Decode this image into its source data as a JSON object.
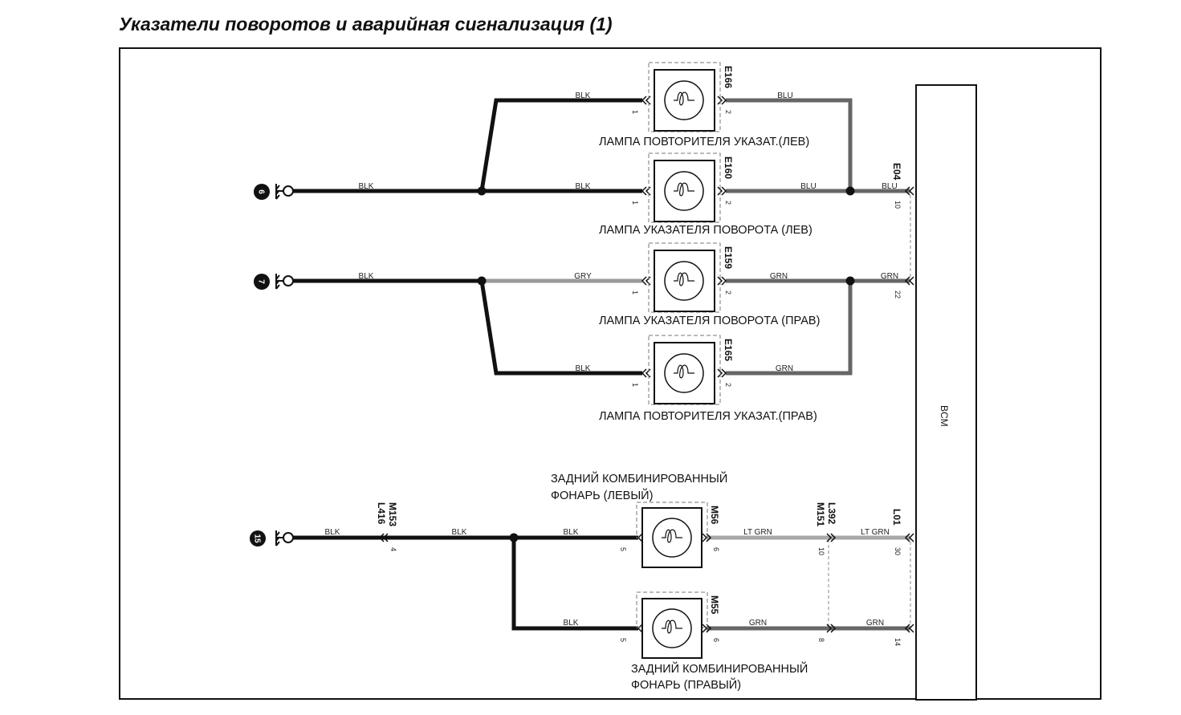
{
  "title": "Указатели поворотов и аварийная сигнализация (1)",
  "module": {
    "label": "BCM"
  },
  "grounds": {
    "g6": "6",
    "g7": "7",
    "g15": "15"
  },
  "lamps": {
    "e166": {
      "id": "E166",
      "caption": "ЛАМПА ПОВТОРИТЕЛЯ УКАЗАТ.(ЛЕВ)",
      "pin_in": "1",
      "pin_out": "2"
    },
    "e160": {
      "id": "E160",
      "caption": "ЛАМПА УКАЗАТЕЛЯ ПОВОРОТА (ЛЕВ)",
      "pin_in": "1",
      "pin_out": "2"
    },
    "e159": {
      "id": "E159",
      "caption": "ЛАМПА УКАЗАТЕЛЯ ПОВОРОТА (ПРАВ)",
      "pin_in": "1",
      "pin_out": "2"
    },
    "e165": {
      "id": "E165",
      "caption": "ЛАМПА ПОВТОРИТЕЛЯ УКАЗАТ.(ПРАВ)",
      "pin_in": "1",
      "pin_out": "2"
    },
    "m56": {
      "id": "M56",
      "caption_line1": "ЗАДНИЙ КОМБИНИРОВАННЫЙ",
      "caption_line2": "ФОНАРЬ (ЛЕВЫЙ)",
      "pin_in": "5",
      "pin_out": "6"
    },
    "m55": {
      "id": "M55",
      "caption_line1": "ЗАДНИЙ КОМБИНИРОВАННЫЙ",
      "caption_line2": "ФОНАРЬ (ПРАВЫЙ)",
      "pin_in": "5",
      "pin_out": "6"
    }
  },
  "connectors": {
    "e04": {
      "id": "E04",
      "pin_a": "10",
      "pin_b": "22"
    },
    "l01": {
      "id": "L01",
      "pin_a": "30",
      "pin_b": "14"
    },
    "l392": {
      "id_top": "L392",
      "id_bottom": "M151",
      "pin_a": "10",
      "pin_b": "8"
    },
    "m153": {
      "id_top": "M153",
      "id_bottom": "L416",
      "pin": "4"
    }
  },
  "wires": {
    "w_e166_in": "BLK",
    "w_e166_out": "BLU",
    "w_g6": "BLK",
    "w_e160_in": "BLK",
    "w_e160_out": "BLU",
    "w_e04_blu": "BLU",
    "w_g7": "BLK",
    "w_e159_in": "GRY",
    "w_e159_out": "GRN",
    "w_e04_grn": "GRN",
    "w_e165_in": "BLK",
    "w_e165_out": "GRN",
    "w_g15": "BLK",
    "w_m153": "BLK",
    "w_m56_in": "BLK",
    "w_m56_out": "LT GRN",
    "w_l01_ltgrn": "LT GRN",
    "w_m55_in": "BLK",
    "w_m55_out": "GRN",
    "w_l01_grn": "GRN"
  },
  "colors": {
    "blk": "#111111",
    "blu": "#666666",
    "grn": "#666666",
    "gry": "#9a9a9a",
    "ltgrn": "#a8a8a8"
  }
}
